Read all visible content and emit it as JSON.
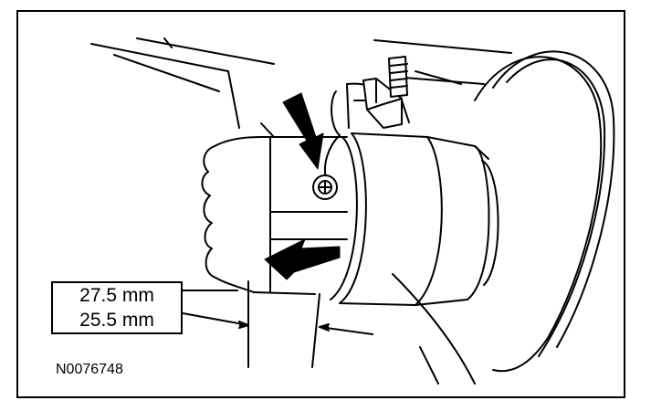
{
  "figure": {
    "callout": {
      "line1": "27.5 mm",
      "line2": "25.5 mm"
    },
    "figure_id": "N0076748"
  },
  "colors": {
    "ink": "#000000",
    "paper": "#ffffff"
  }
}
